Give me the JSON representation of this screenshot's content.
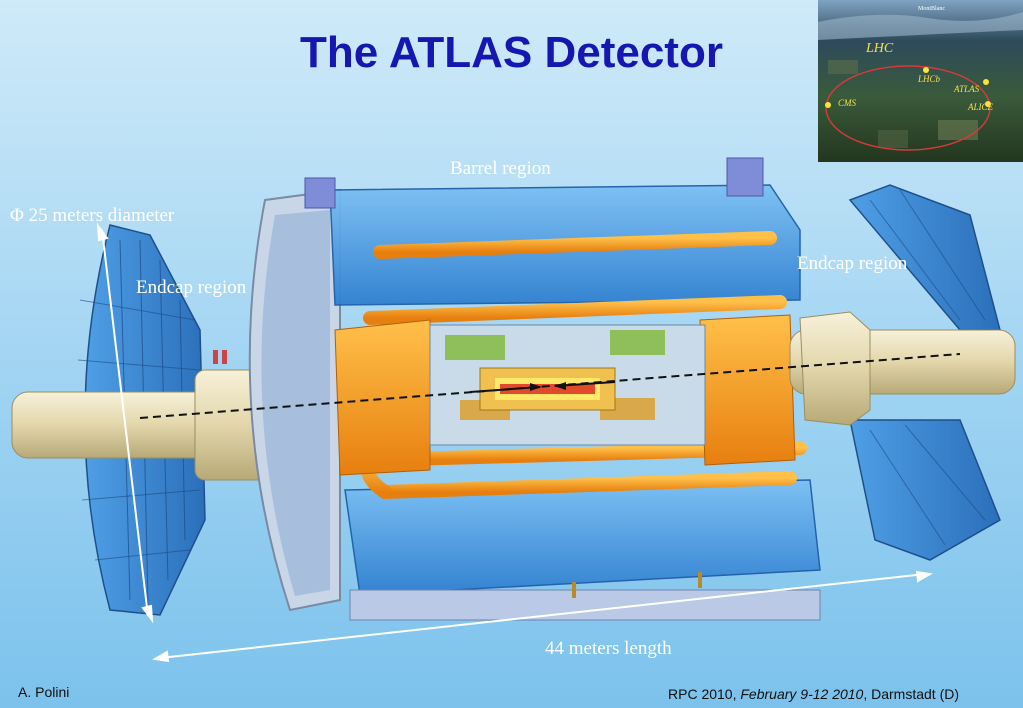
{
  "title": "The ATLAS Detector",
  "labels": {
    "barrel": "Barrel region",
    "endcap_left": "Endcap region",
    "endcap_right": "Endcap region",
    "diameter": "Φ 25 meters diameter",
    "length": "44 meters length"
  },
  "lhc_map": {
    "top_label": "MontBlanc",
    "lhc": "LHC",
    "lhcb": "LHCb",
    "atlas": "ATLAS",
    "cms": "CMS",
    "alice": "ALICE"
  },
  "footer": {
    "author": "A. Polini",
    "conf_prefix": "RPC 2010, ",
    "conf_dates": "February 9-12 2010",
    "conf_suffix": ", Darmstadt (D)"
  },
  "colors": {
    "title": "#1616b0",
    "background": "#9fd3f2",
    "magnet_orange": "#f39a1e",
    "chamber_blue": "#3f8fd8",
    "beam_pipe": "#e8dfba"
  }
}
